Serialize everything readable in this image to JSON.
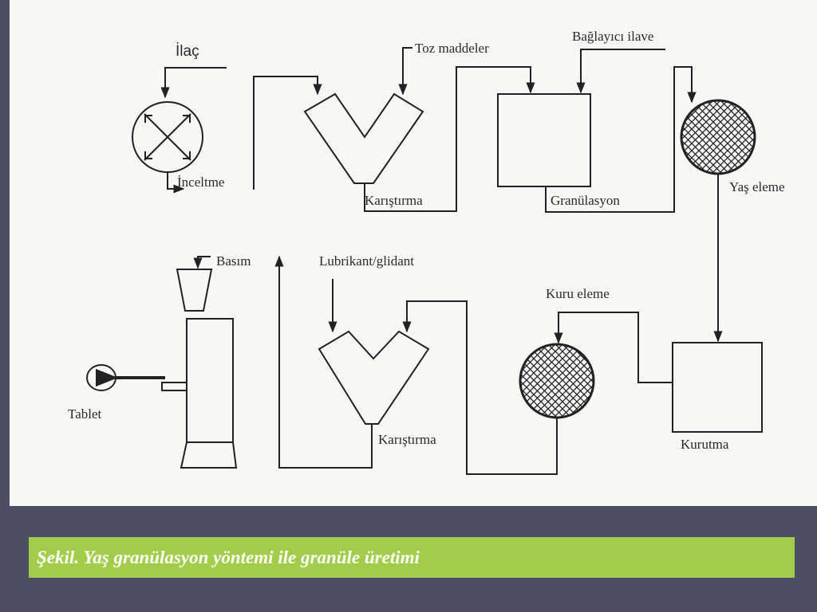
{
  "diagram": {
    "labels": {
      "ilac": "İlaç",
      "toz_maddeler": "Toz maddeler",
      "baglayici_ilave": "Bağlayıcı ilave",
      "inceltme": "İnceltme",
      "karistirma_1": "Karıştırma",
      "granulasyon": "Granülasyon",
      "yas_eleme": "Yaş eleme",
      "basim": "Basım",
      "lubrikant_glidant": "Lubrikant/glidant",
      "kuru_eleme": "Kuru eleme",
      "tablet": "Tablet",
      "karistirma_2": "Karıştırma",
      "kurutma": "Kurutma"
    }
  },
  "caption": {
    "text": "Şekil. Yaş granülasyon yöntemi ile granüle üretimi",
    "background": "#a2cd4a"
  },
  "colors": {
    "slide_background": "#4c4f63",
    "panel_background": "#f7f7f5",
    "line": "#222222"
  }
}
